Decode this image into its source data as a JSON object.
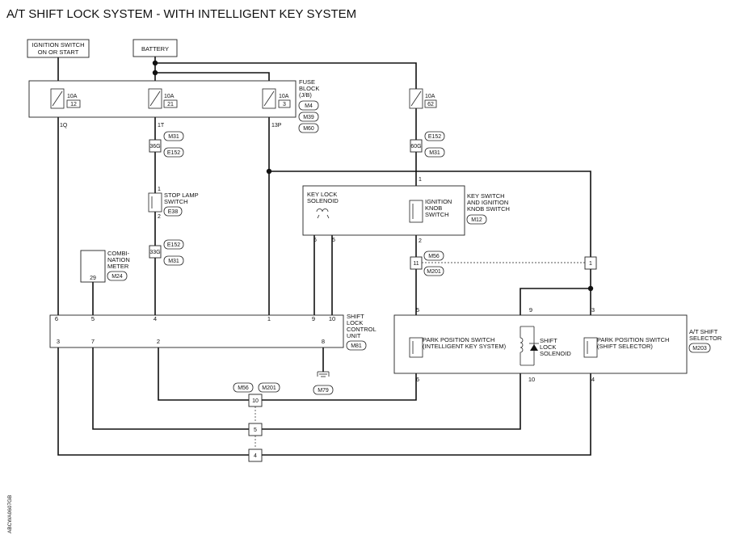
{
  "title": "A/T SHIFT LOCK SYSTEM - WITH INTELLIGENT KEY SYSTEM",
  "side_code": "ABCWA0607GB",
  "sources": {
    "ignition": "IGNITION SWITCH\nON OR START",
    "battery": "BATTERY"
  },
  "fuse_block": {
    "label": "FUSE\nBLOCK\n(J/B)",
    "connectors": [
      "M4",
      "M39",
      "M60"
    ],
    "fuses": [
      {
        "amps": "10A",
        "num": "12",
        "out": "1Q"
      },
      {
        "amps": "10A",
        "num": "21",
        "out": "1T"
      },
      {
        "amps": "10A",
        "num": "3",
        "out": "13P"
      }
    ]
  },
  "fuse_62": {
    "amps": "10A",
    "num": "62"
  },
  "joints": {
    "j36g": "36G",
    "j36g_top": "M31",
    "j36g_bot": "E152",
    "j60g": "60G",
    "j60g_top": "E152",
    "j60g_bot": "M31",
    "j33g": "33G",
    "j33g_top": "E152",
    "j33g_bot": "M31"
  },
  "stop_lamp": {
    "label": "STOP LAMP\nSWITCH",
    "conn": "E38",
    "pin_top": "1",
    "pin_bot": "2"
  },
  "combination_meter": {
    "label": "COMBI-\nNATION\nMETER",
    "conn": "M24",
    "pin": "29"
  },
  "key_switch": {
    "box_label": "KEY SWITCH\nAND IGNITION\nKNOB SWITCH",
    "conn": "M12",
    "solenoid": "KEY LOCK\nSOLENOID",
    "knob": "IGNITION\nKNOB\nSWITCH",
    "pins": {
      "sol_a": "6",
      "sol_b": "5",
      "top": "1",
      "bot": "2"
    }
  },
  "connector_m56": {
    "pin11": "11",
    "top": "M56",
    "bot": "M201",
    "pin1": "1"
  },
  "shift_lock_unit": {
    "label": "SHIFT\nLOCK\nCONTROL\nUNIT",
    "conn": "M81",
    "top_pins": [
      "6",
      "5",
      "4",
      "1",
      "9",
      "10"
    ],
    "bot_pins": [
      "3",
      "7",
      "2",
      "8"
    ]
  },
  "ground": {
    "conn": "M79"
  },
  "selector": {
    "label": "A/T SHIFT\nSELECTOR",
    "conn": "M203",
    "park_ik": "PARK POSITION SWITCH\n(INTELLIGENT KEY SYSTEM)",
    "solenoid": "SHIFT\nLOCK\nSOLENOID",
    "park_sel": "PARK POSITION SWITCH\n(SHIFT SELECTOR)",
    "top_pins": [
      "5",
      "9",
      "3"
    ],
    "bot_pins": [
      "6",
      "10",
      "4"
    ]
  },
  "bottom_connector": {
    "top": "M56",
    "top2": "M201",
    "pins": [
      "10",
      "5",
      "4"
    ]
  }
}
